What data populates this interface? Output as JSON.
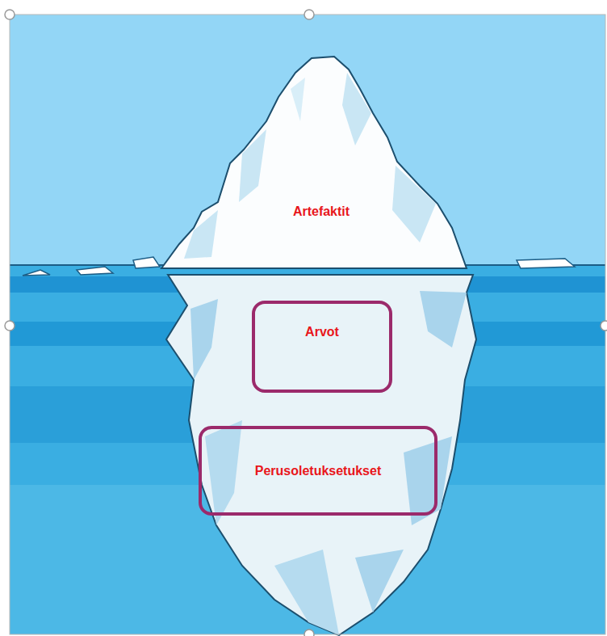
{
  "diagram": {
    "nodes": [
      {
        "text": [
          "Arvot"
        ]
      },
      {
        "text": [
          "Perusoletuksetukset"
        ]
      }
    ],
    "labels": [
      "Artefaktit"
    ]
  }
}
